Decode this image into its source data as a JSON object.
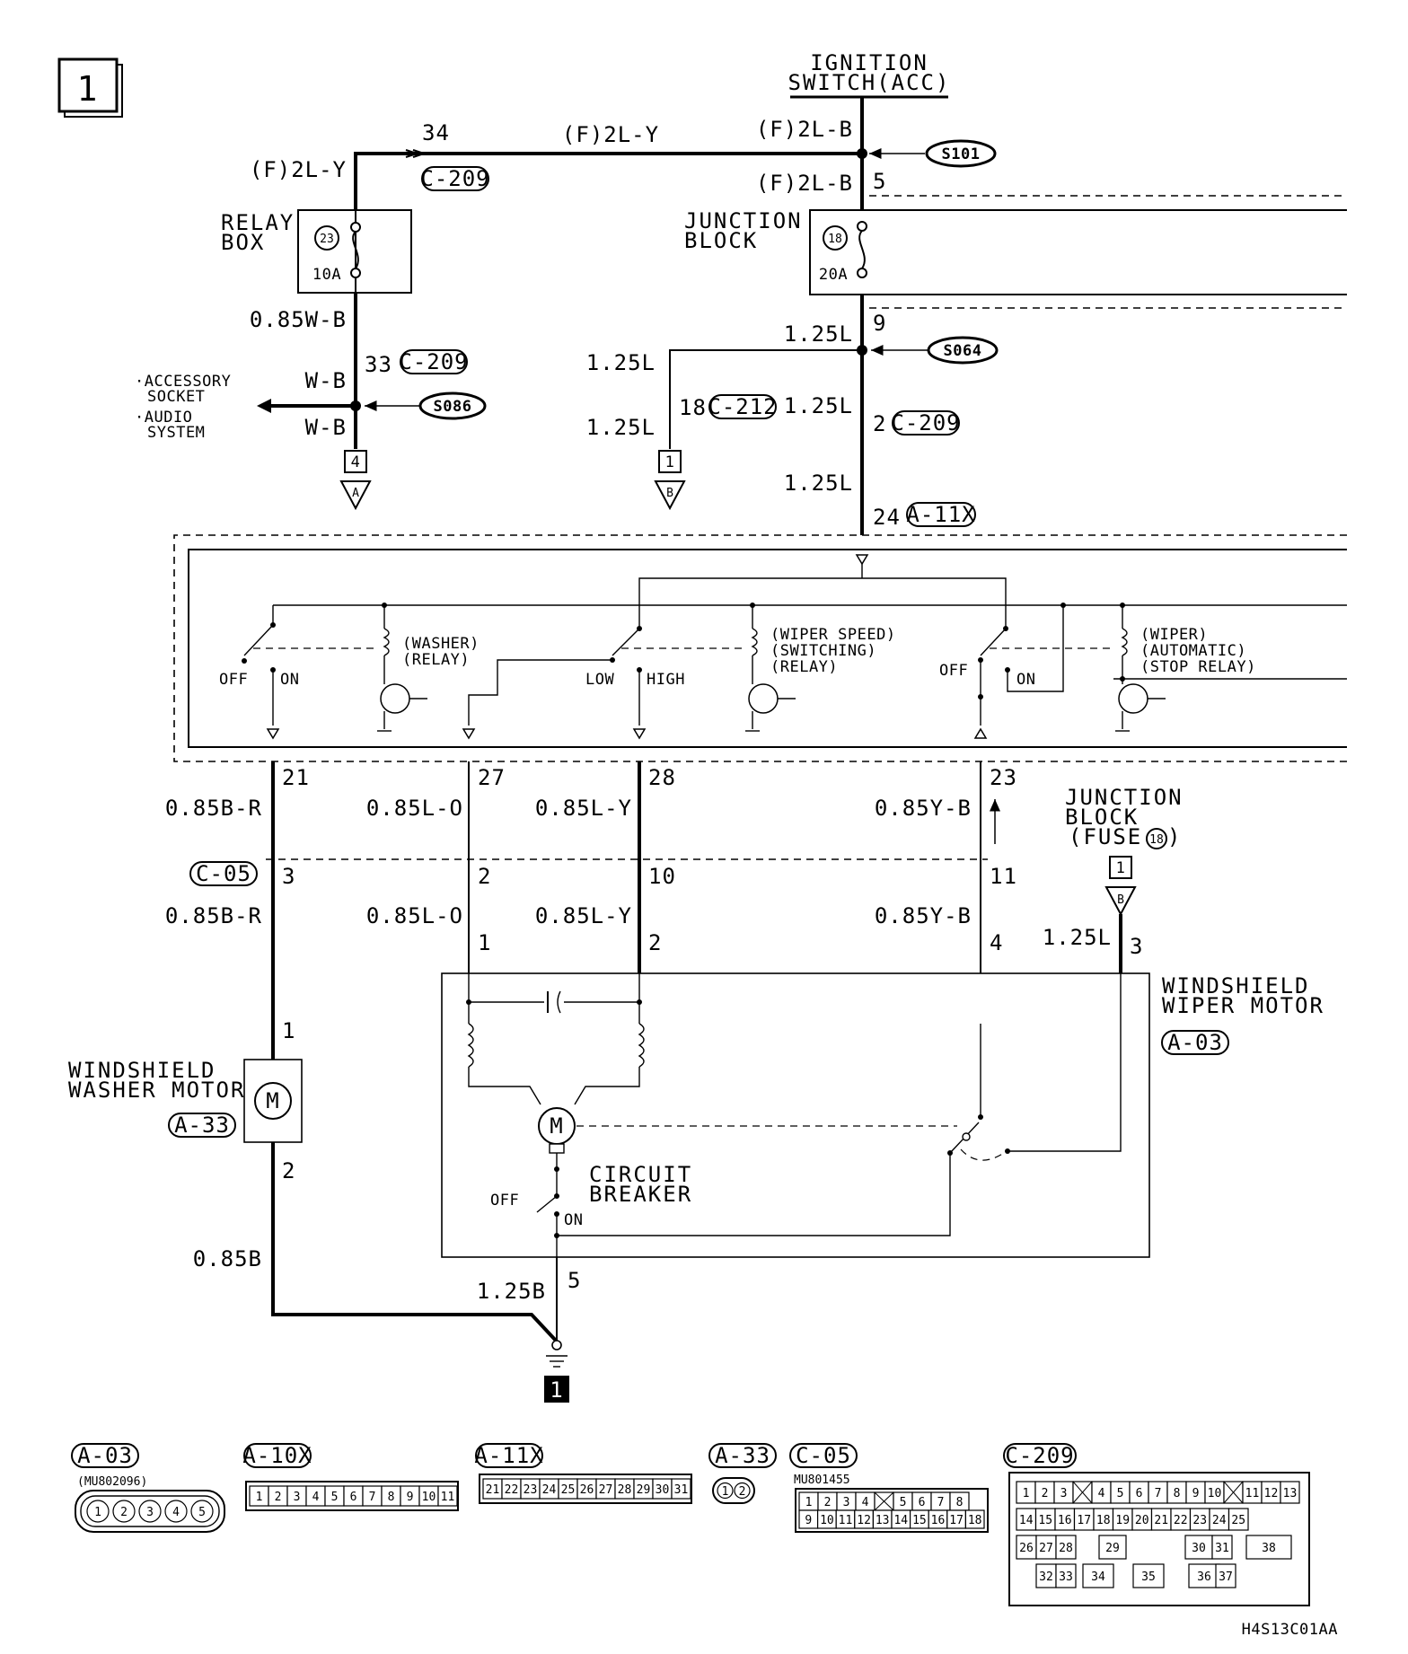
{
  "page": {
    "number": "1",
    "drawing_code": "H4S13C01AA"
  },
  "top": {
    "ignition_switch": [
      "IGNITION",
      "SWITCH(ACC)"
    ],
    "splice_s101": "S101",
    "splice_s064": "S064",
    "splice_s086": "S086",
    "wire_f_2l_y": "(F)2L-Y",
    "wire_f_2l_b": "(F)2L-B",
    "pin_34": "34",
    "pin_5": "5",
    "pin_9": "9",
    "pin_33": "33",
    "pin_18": "18",
    "pin_2": "2",
    "pin_24": "24",
    "conn_c209": "C-209",
    "conn_c212": "C-212",
    "conn_a11x": "A-11X",
    "relay_box": [
      "RELAY",
      "BOX"
    ],
    "relay_fuse_no": "23",
    "relay_fuse_amp": "10A",
    "junction_block": [
      "JUNCTION",
      "BLOCK"
    ],
    "jb_fuse_no": "18",
    "jb_fuse_amp": "20A",
    "wire_085wb": "0.85W-B",
    "wire_wb": "W-B",
    "wire_125l": "1.25L",
    "dest_list": [
      "·ACCESSORY",
      "SOCKET",
      "·AUDIO",
      "SYSTEM"
    ],
    "ref_a_num": "4",
    "ref_a": "A",
    "ref_b_num": "1",
    "ref_b": "B"
  },
  "etacs": {
    "washer_relay": [
      "(WASHER)",
      "(RELAY)"
    ],
    "wiper_speed_relay": [
      "(WIPER SPEED)",
      "(SWITCHING)",
      "(RELAY)"
    ],
    "wiper_stop_relay": [
      "(WIPER)",
      "(AUTOMATIC)",
      "(STOP RELAY)"
    ],
    "off": "OFF",
    "on": "ON",
    "low": "LOW",
    "high": "HIGH"
  },
  "lower": {
    "pin_21": "21",
    "pin_27": "27",
    "pin_28": "28",
    "pin_23": "23",
    "wire_085br": "0.85B-R",
    "wire_085lo": "0.85L-O",
    "wire_085ly": "0.85L-Y",
    "wire_085yb": "0.85Y-B",
    "conn_c05": "C-05",
    "pin_3": "3",
    "pin_2": "2",
    "pin_10": "10",
    "pin_11": "11",
    "pin_1": "1",
    "pin_4": "4",
    "pin_5": "5",
    "jb_fuse": [
      "JUNCTION",
      "BLOCK",
      "(FUSE"
    ],
    "jb_fuse_no": "18",
    "jb_fuse_close": ")",
    "ref_num": "1",
    "ref_b": "B",
    "wire_125l": "1.25L",
    "wiper_motor": [
      "WINDSHIELD",
      "WIPER MOTOR"
    ],
    "conn_a03": "A-03",
    "washer_motor": [
      "WINDSHIELD",
      "WASHER MOTOR"
    ],
    "conn_a33": "A-33",
    "motor_m": "M",
    "circuit_breaker": [
      "CIRCUIT",
      "BREAKER"
    ],
    "off": "OFF",
    "on": "ON",
    "wire_085b": "0.85B",
    "wire_125b": "1.25B",
    "ground_no": "1"
  },
  "connectors": {
    "a03": {
      "label": "A-03",
      "part": "(MU802096)",
      "pins": [
        "1",
        "2",
        "3",
        "4",
        "5"
      ]
    },
    "a10x": {
      "label": "A-10X",
      "pins": [
        "1",
        "2",
        "3",
        "4",
        "5",
        "6",
        "7",
        "8",
        "9",
        "10",
        "11"
      ]
    },
    "a11x": {
      "label": "A-11X",
      "pins": [
        "21",
        "22",
        "23",
        "24",
        "25",
        "26",
        "27",
        "28",
        "29",
        "30",
        "31"
      ]
    },
    "a33": {
      "label": "A-33",
      "pins": [
        "1",
        "2"
      ]
    },
    "c05": {
      "label": "C-05",
      "part": "MU801455",
      "row1": [
        "1",
        "2",
        "3",
        "4",
        "",
        "5",
        "6",
        "7",
        "8"
      ],
      "row2": [
        "9",
        "10",
        "11",
        "12",
        "13",
        "14",
        "15",
        "16",
        "17",
        "18"
      ]
    },
    "c209": {
      "label": "C-209",
      "row1": [
        "1",
        "2",
        "3",
        "",
        "4",
        "5",
        "6",
        "7",
        "8",
        "9",
        "10",
        "",
        "11",
        "12",
        "13"
      ],
      "row2": [
        "14",
        "15",
        "16",
        "17",
        "18",
        "19",
        "20",
        "21",
        "22",
        "23",
        "24",
        "25"
      ],
      "row3": [
        "26",
        "27",
        "28",
        "29",
        "30",
        "31",
        "38"
      ],
      "row4": [
        "32",
        "33",
        "34",
        "35",
        "36",
        "37"
      ]
    }
  }
}
